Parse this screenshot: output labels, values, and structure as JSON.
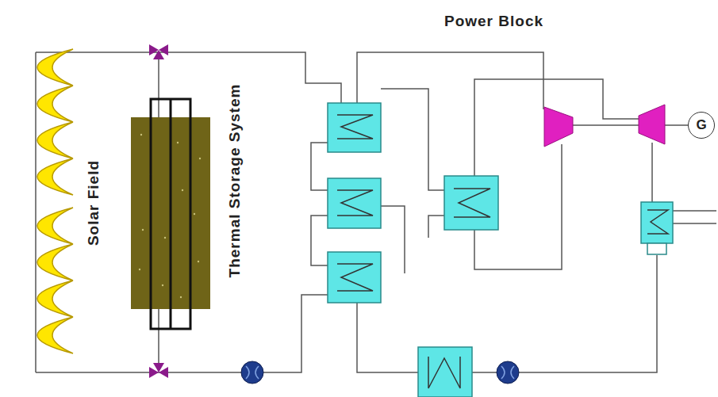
{
  "diagram": {
    "nodes": [
      {
        "text": [
          "G"
        ]
      }
    ],
    "labels": [
      "Power Block",
      "Solar Field",
      "Thermal Storage System"
    ]
  }
}
